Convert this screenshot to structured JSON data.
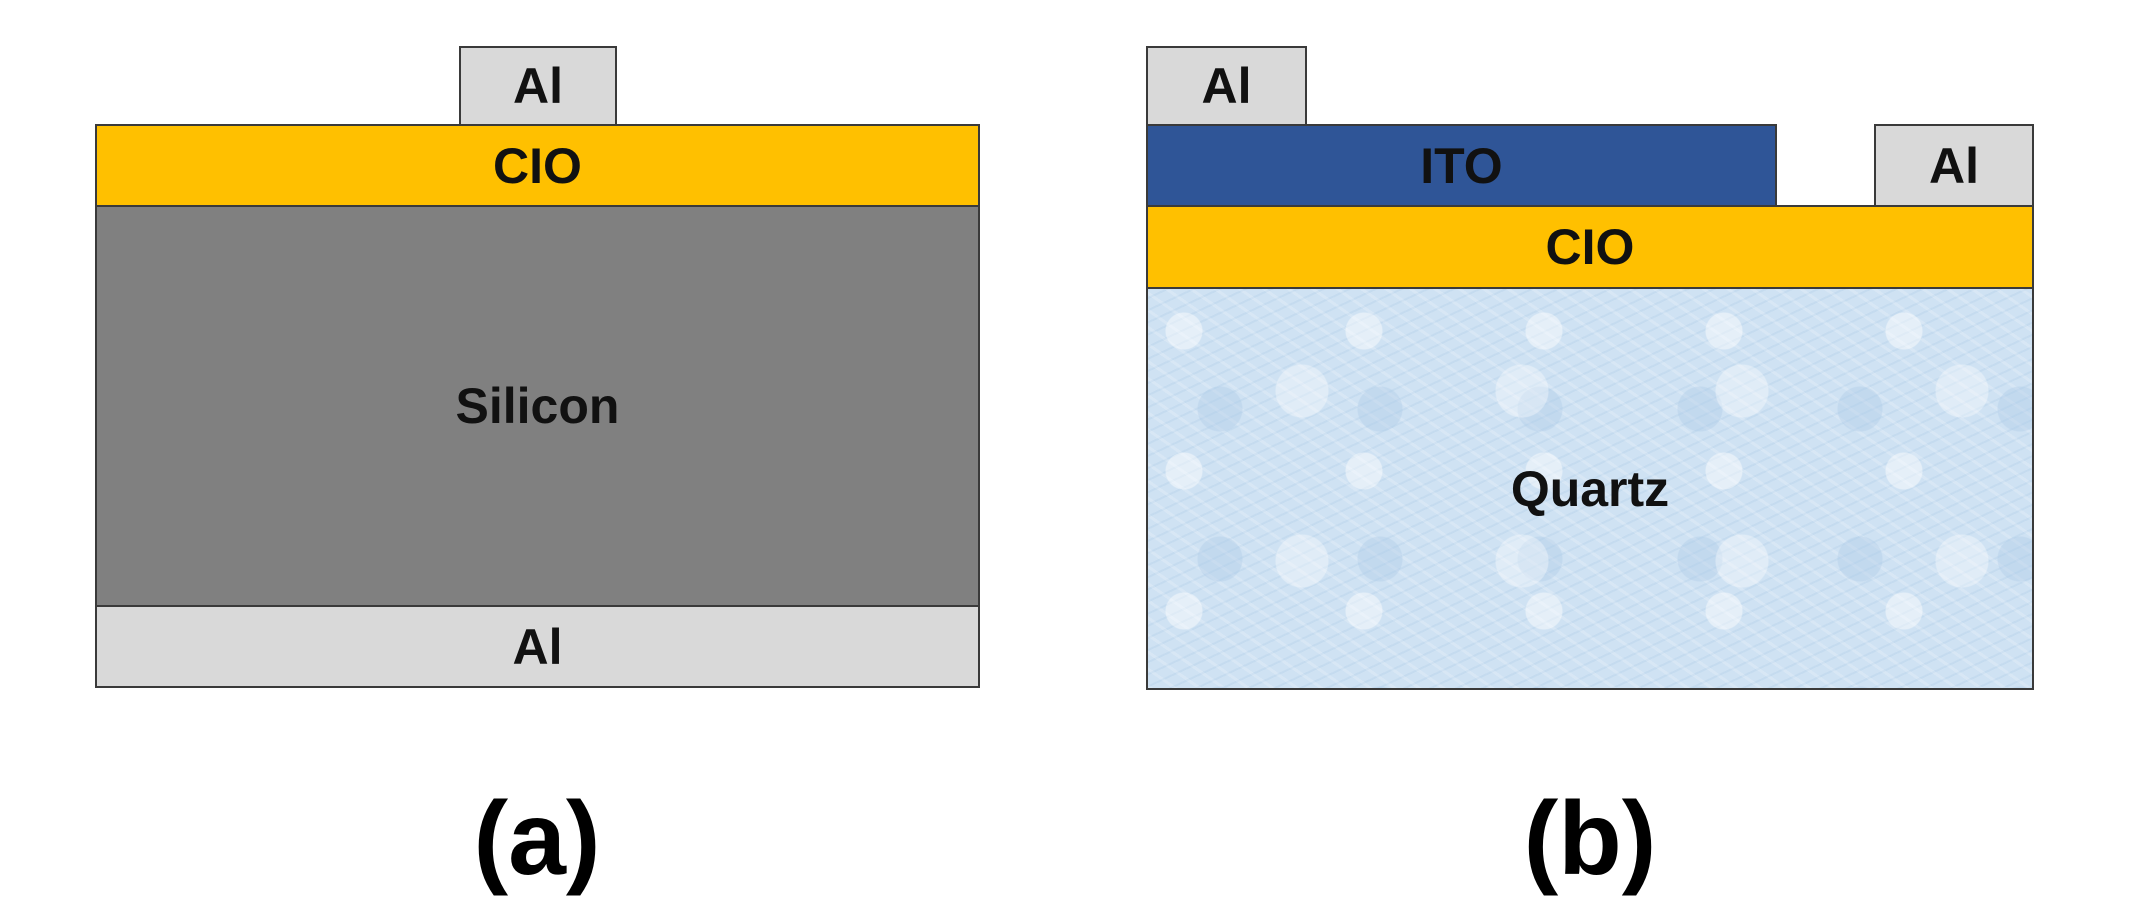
{
  "diagram_a": {
    "top_contact": "Al",
    "top_layer": "CIO",
    "substrate": "Silicon",
    "bottom_contact": "Al",
    "caption": "(a)"
  },
  "diagram_b": {
    "left_contact": "Al",
    "ito_layer": "ITO",
    "right_contact": "Al",
    "cio_layer": "CIO",
    "substrate": "Quartz",
    "caption": "(b)"
  },
  "colors": {
    "cio": "#ffc000",
    "ito": "#2f5597",
    "aluminum": "#d9d9d9",
    "silicon": "#808080",
    "quartz": "#cfe2f3",
    "outline": "#3a3a3a"
  }
}
